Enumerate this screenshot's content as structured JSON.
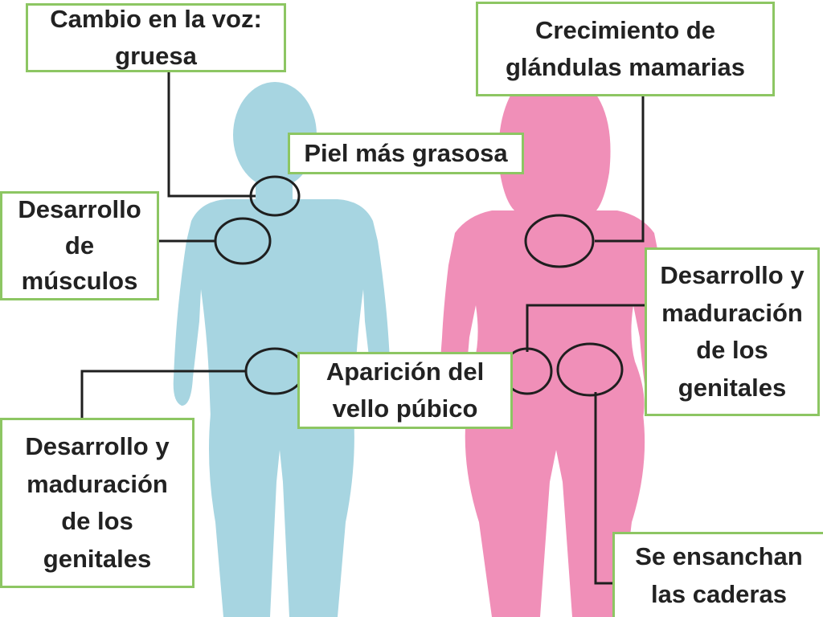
{
  "diagram": {
    "colors": {
      "male_figure": "#a7d5e1",
      "female_figure": "#f08fb8",
      "label_border": "#8dc663",
      "connector": "#1f1f1f"
    },
    "labels": {
      "voice_change": "Cambio en la voz:\ngruesa",
      "breast_growth": "Crecimiento de\nglándulas mamarias",
      "oily_skin": "Piel más grasosa",
      "muscle_development": "Desarrollo\nde\nmúsculos",
      "female_genitals": "Desarrollo y\nmaduración\nde los\ngenitales",
      "pubic_hair": "Aparición del\nvello púbico",
      "male_genitals": "Desarrollo y\nmaduración\nde los\ngenitales",
      "hips_widen": "Se ensanchan\nlas caderas"
    }
  }
}
